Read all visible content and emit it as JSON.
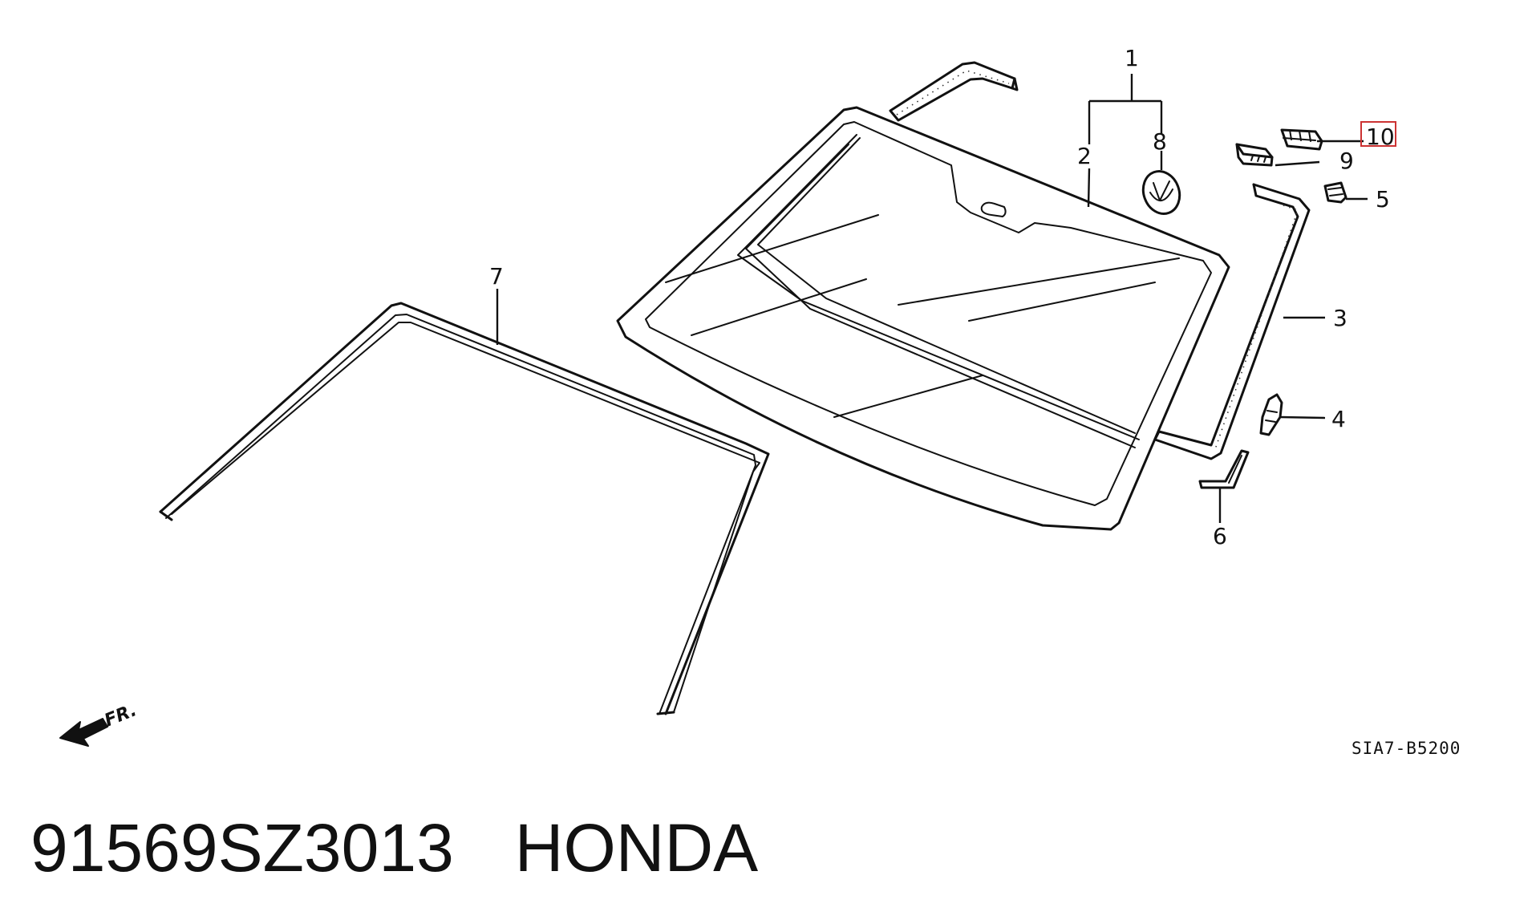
{
  "callouts": {
    "c1": "1",
    "c2": "2",
    "c3": "3",
    "c4": "4",
    "c5": "5",
    "c6": "6",
    "c7": "7",
    "c8": "8",
    "c9": "9",
    "c10": "10"
  },
  "highlight_color": "#cc3333",
  "drawing_code": "SIA7-B5200",
  "front_indicator": "FR.",
  "caption": {
    "part_number": "91569SZ3013",
    "brand": "HONDA"
  }
}
